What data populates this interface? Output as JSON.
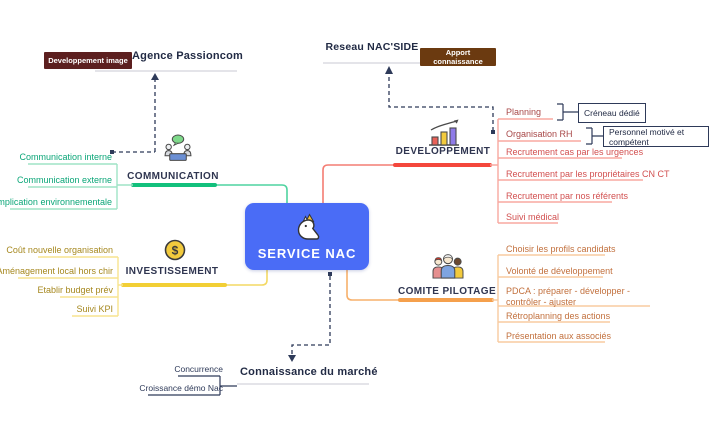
{
  "app": {
    "background": "#ffffff"
  },
  "center": {
    "label": "SERVICE NAC",
    "color": "#4a6cf6",
    "icon": "unicorn-icon"
  },
  "icons": {
    "coin_symbol": "$"
  },
  "colors": {
    "communication": "#12c07c",
    "investissement": "#f2cf35",
    "developpement": "#f4473c",
    "comite": "#f5a04c",
    "relation_navy": "#2e3a59",
    "badge_maroon": "#5c1f1f",
    "badge_brown": "#6b3a10"
  },
  "floating": {
    "agence": {
      "title": "Agence Passioncom",
      "badge": "Developpement image"
    },
    "reseau": {
      "title": "Reseau NAC'SIDE",
      "badge": "Apport connaissance"
    },
    "marche": {
      "title": "Connaissance du marché",
      "items": [
        "Concurrence",
        "Croissance démo Nac"
      ]
    }
  },
  "branches": {
    "communication": {
      "label": "COMMUNICATION",
      "items": [
        "Communication interne",
        "Communication externe",
        "Implication environnementale"
      ]
    },
    "investissement": {
      "label": "INVESTISSEMENT",
      "items": [
        "Coût nouvelle organisation",
        "Aménagement local hors chir",
        "Etablir budget prév",
        "Suivi KPI"
      ]
    },
    "developpement": {
      "label": "DEVELOPPEMENT",
      "subtopics": [
        {
          "label": "Planning",
          "callout": "Créneau dédié"
        },
        {
          "label": "Organisation RH",
          "callout": "Personnel motivé et compétent"
        }
      ],
      "items": [
        "Recrutement cas par les urgences",
        "Recrutement par les propriétaires CN CT",
        "Recrutement par nos référents",
        "Suivi médical"
      ]
    },
    "comite": {
      "label": "COMITE PILOTAGE",
      "items": [
        "Choisir les profils candidats",
        "Volonté de développement",
        "PDCA : préparer - développer - contrôler - ajuster",
        "Rétroplanning des actions",
        "Présentation aux associés"
      ]
    }
  }
}
